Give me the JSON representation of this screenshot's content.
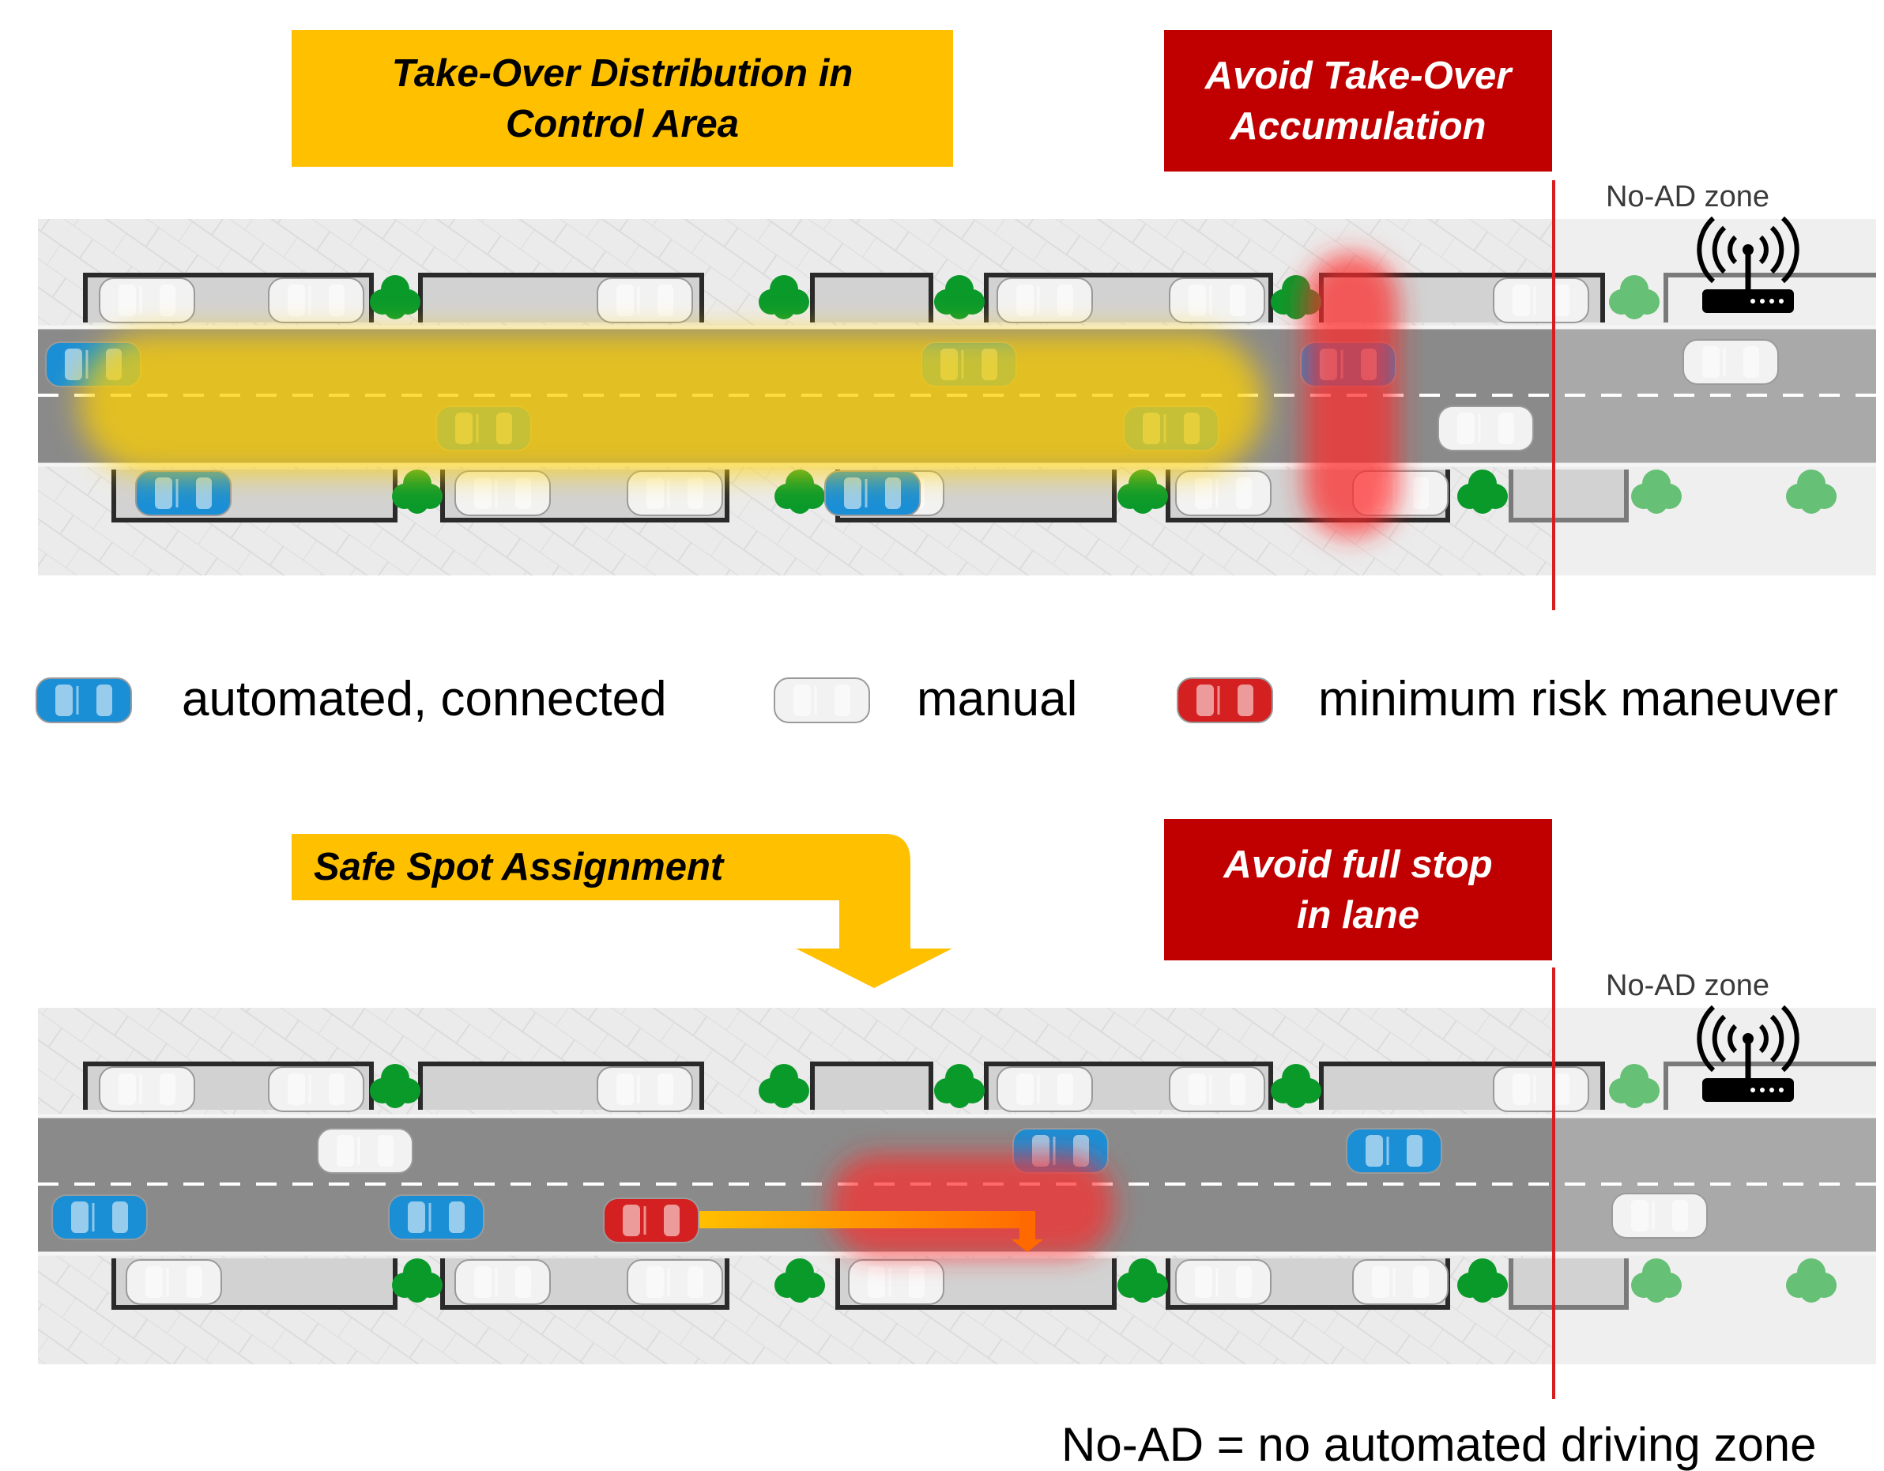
{
  "top_scene": {
    "banner_left": "Take-Over Distribution in\nControl Area",
    "banner_right": "Avoid Take-Over\nAccumulation",
    "zone_label": "No-AD zone"
  },
  "legend": {
    "automated": "automated, connected",
    "manual": "manual",
    "mrm": "minimum risk maneuver"
  },
  "bottom_scene": {
    "banner_left": "Safe Spot Assignment",
    "banner_right": "Avoid full stop\nin lane",
    "zone_label": "No-AD zone"
  },
  "footnote": "No-AD = no automated driving zone",
  "colors": {
    "automated": "#1a8fd6",
    "manual": "#f2f2f2",
    "mrm": "#d42020",
    "banner_yellow": "#ffc000",
    "banner_red": "#c00000",
    "zone_line": "#d62020",
    "road": "#8a8a8a"
  },
  "icons": {
    "zone_antenna": "antenna-router-icon",
    "tree": "bush-icon"
  }
}
